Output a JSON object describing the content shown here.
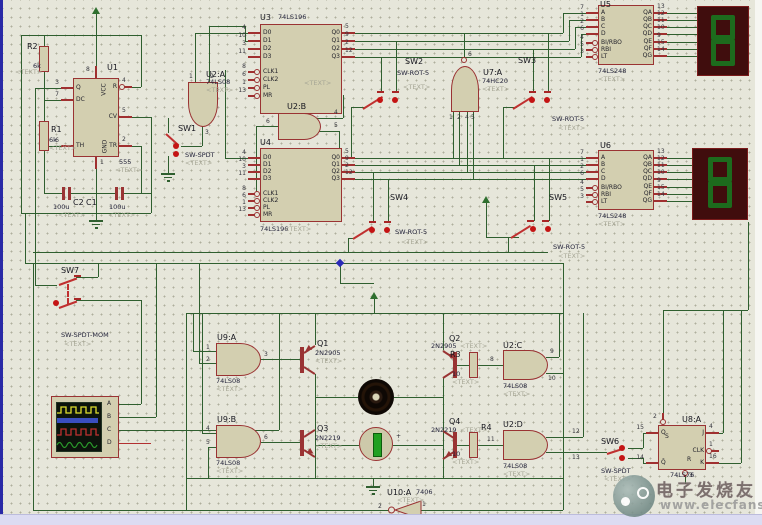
{
  "watermark": {
    "brand": "电子发烧友",
    "url": "www.elecfans.com"
  },
  "components": {
    "U1": {
      "ref": "U1",
      "part": "555",
      "note": "<TEXT>",
      "left": [
        [
          "3",
          "Q"
        ],
        [
          "7",
          "DC"
        ],
        [
          "6",
          "TH"
        ]
      ],
      "right": [
        [
          "4",
          "R"
        ],
        [
          "5",
          "CV"
        ],
        [
          "2",
          "TR"
        ]
      ],
      "top": [
        [
          "8",
          "VCC"
        ]
      ],
      "bottom": [
        [
          "1",
          "GND"
        ]
      ]
    },
    "U2A": {
      "ref": "U2:A",
      "part": "74LS08",
      "note": "<TEXT>",
      "pins": [
        "1",
        "2",
        "3"
      ]
    },
    "U2B": {
      "ref": "U2:B",
      "pins": [
        "6",
        "4",
        "5"
      ]
    },
    "U2C": {
      "ref": "U2:C",
      "part": "74LS08",
      "note": "<TEXT>",
      "pins": [
        "8",
        "9",
        "10"
      ]
    },
    "U2D": {
      "ref": "U2:D",
      "part": "74LS08",
      "note": "<TEXT>",
      "pins": [
        "11",
        "12",
        "13"
      ]
    },
    "U3": {
      "ref": "U3",
      "part": "74LS196",
      "note": "<TEXT>",
      "left": [
        [
          "4",
          "D0"
        ],
        [
          "10",
          "D1"
        ],
        [
          "3",
          "D2"
        ],
        [
          "11",
          "D3"
        ],
        [
          "8",
          "CLK1"
        ],
        [
          "6",
          "CLK2"
        ],
        [
          "1",
          "PL"
        ],
        [
          "13",
          "MR"
        ]
      ],
      "right": [
        [
          "5",
          "Q0"
        ],
        [
          "9",
          "Q1"
        ],
        [
          "2",
          "Q2"
        ],
        [
          "12",
          "Q3"
        ]
      ]
    },
    "U4": {
      "ref": "U4",
      "part": "74LS196",
      "note": "<TEXT>",
      "left": [
        [
          "4",
          "D0"
        ],
        [
          "10",
          "D1"
        ],
        [
          "3",
          "D2"
        ],
        [
          "11",
          "D3"
        ],
        [
          "8",
          "CLK1"
        ],
        [
          "6",
          "CLK2"
        ],
        [
          "1",
          "PL"
        ],
        [
          "13",
          "MR"
        ]
      ],
      "right": [
        [
          "5",
          "Q0"
        ],
        [
          "9",
          "Q1"
        ],
        [
          "2",
          "Q2"
        ],
        [
          "12",
          "Q3"
        ]
      ]
    },
    "U5": {
      "ref": "U5",
      "part": "74LS248",
      "note": "<TEXT>",
      "left": [
        [
          "7",
          "A"
        ],
        [
          "1",
          "B"
        ],
        [
          "2",
          "C"
        ],
        [
          "6",
          "D"
        ],
        [
          "4",
          "BI/RBO"
        ],
        [
          "5",
          "RBI"
        ],
        [
          "3",
          "LT"
        ]
      ],
      "right": [
        [
          "13",
          "QA"
        ],
        [
          "12",
          "QB"
        ],
        [
          "11",
          "QC"
        ],
        [
          "10",
          "QD"
        ],
        [
          "9",
          "QE"
        ],
        [
          "15",
          "QF"
        ],
        [
          "14",
          "QG"
        ]
      ]
    },
    "U6": {
      "ref": "U6",
      "part": "74LS248",
      "note": "<TEXT>",
      "left": [
        [
          "7",
          "A"
        ],
        [
          "1",
          "B"
        ],
        [
          "2",
          "C"
        ],
        [
          "6",
          "D"
        ],
        [
          "4",
          "BI/RBO"
        ],
        [
          "5",
          "RBI"
        ],
        [
          "3",
          "LT"
        ]
      ],
      "right": [
        [
          "13",
          "QA"
        ],
        [
          "12",
          "QB"
        ],
        [
          "11",
          "QC"
        ],
        [
          "10",
          "QD"
        ],
        [
          "9",
          "QE"
        ],
        [
          "15",
          "QF"
        ],
        [
          "14",
          "QG"
        ]
      ]
    },
    "U7A": {
      "ref": "U7:A",
      "part": "74HC20",
      "note": "<TEXT>",
      "out": "6",
      "in": [
        "1",
        "2",
        "4",
        "5"
      ]
    },
    "U8A": {
      "ref": "U8:A",
      "part": "74LS76",
      "left": [
        [
          "15",
          "Q"
        ],
        [
          "14",
          "Q̄"
        ]
      ],
      "right": [
        [
          "4",
          "J"
        ],
        [
          "1",
          "CLK"
        ],
        [
          "16",
          "K"
        ]
      ],
      "top": [
        [
          "2",
          "S"
        ]
      ],
      "bottom": [
        [
          "3",
          "R"
        ]
      ]
    },
    "U9A": {
      "ref": "U9:A",
      "part": "74LS08",
      "note": "<TEXT>",
      "pins": [
        "1",
        "2",
        "3"
      ]
    },
    "U9B": {
      "ref": "U9:B",
      "part": "74LS08",
      "note": "<TEXT>",
      "pins": [
        "4",
        "5",
        "6"
      ]
    },
    "U10A": {
      "ref": "U10:A",
      "part": "7406",
      "note": "<TEXT>",
      "pins": [
        "2",
        "1"
      ]
    },
    "R1": {
      "ref": "R1",
      "value": "6k",
      "note": "<TEXT>"
    },
    "R2": {
      "ref": "R2",
      "value": "6k",
      "note": "<TEXT>"
    },
    "R3": {
      "ref": "R3",
      "value": "10",
      "note": "<TEXT>"
    },
    "R4": {
      "ref": "R4",
      "value": "10",
      "note": "<TEXT>"
    },
    "C1": {
      "ref": "C1",
      "value": "100u",
      "note": "<TEXT>"
    },
    "C2": {
      "ref": "C2",
      "value": "100u",
      "note": "<TEXT>"
    },
    "Q1": {
      "ref": "Q1",
      "part": "2N2905",
      "note": "<TEXT>"
    },
    "Q2": {
      "ref": "Q2",
      "part": "2N2905",
      "note": "<TEXT>"
    },
    "Q3": {
      "ref": "Q3",
      "part": "2N2219",
      "note": "<TEXT>"
    },
    "Q4": {
      "ref": "Q4",
      "part": "2N2219",
      "note": "<TEXT>"
    },
    "SW1": {
      "ref": "SW1",
      "part": "SW-SPDT",
      "note": "<TEXT>"
    },
    "SW2": {
      "ref": "SW2",
      "part": "SW-ROT-5",
      "note": "<TEXT>"
    },
    "SW3": {
      "ref": "SW3",
      "part": "SW-ROT-5",
      "note": "<TEXT>"
    },
    "SW4": {
      "ref": "SW4",
      "part": "SW-ROT-5",
      "note": "<TEXT>"
    },
    "SW5": {
      "ref": "SW5",
      "part": "SW-ROT-5",
      "note": "<TEXT>"
    },
    "SW6": {
      "ref": "SW6",
      "part": "SW-SPDT",
      "note": "<TEXT>"
    },
    "SW7": {
      "ref": "SW7",
      "part": "SW-SPDT-MOM",
      "note": "<TEXT>"
    },
    "SCOPE": {
      "channels": [
        "A",
        "B",
        "C",
        "D"
      ]
    },
    "DISP1": {
      "digit": "8"
    },
    "DISP2": {
      "digit": "8"
    },
    "MOTOR2": {
      "plus": "+"
    }
  }
}
